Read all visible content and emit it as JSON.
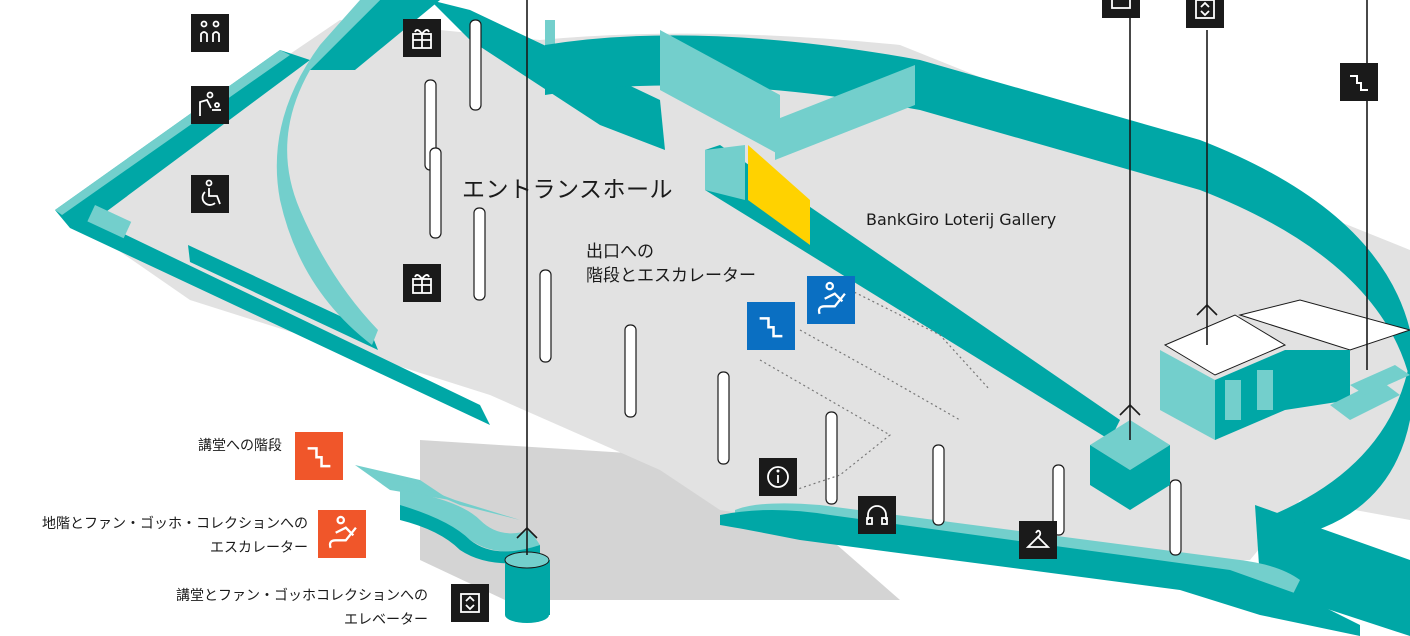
{
  "labels": {
    "entrance_hall": "エントランスホール",
    "gallery": "BankGiro Loterij Gallery",
    "exit_line1": "出口への",
    "exit_line2": "階段とエスカレーター",
    "auditorium_stairs": "講堂への階段",
    "escalator_line1": "地階とファン・ゴッホ・コレクションへの",
    "escalator_line2": "エスカレーター",
    "elevator_line1": "講堂とファン・ゴッホコレクションへの",
    "elevator_line2": "エレベーター"
  },
  "icons": [
    "toilets-icon",
    "baby-changing-icon",
    "wheelchair-icon",
    "gift-shop-icon",
    "gift-shop-icon",
    "gift-shop-icon",
    "stairs-icon",
    "escalator-icon",
    "info-icon",
    "audio-guide-icon",
    "cloakroom-icon",
    "elevator-icon",
    "stairs-icon",
    "elevator-icon",
    "stairs-icon",
    "escalator-icon"
  ],
  "colors": {
    "wall_teal": "#00a7a6",
    "wall_light": "#73cfcc",
    "floor": "#e2e2e2",
    "floor_lower": "#d4d4d4",
    "icon_dark": "#1a1a1a",
    "icon_blue": "#0a6fc2",
    "icon_orange": "#f0562a",
    "highlight_yellow": "#ffd200"
  }
}
